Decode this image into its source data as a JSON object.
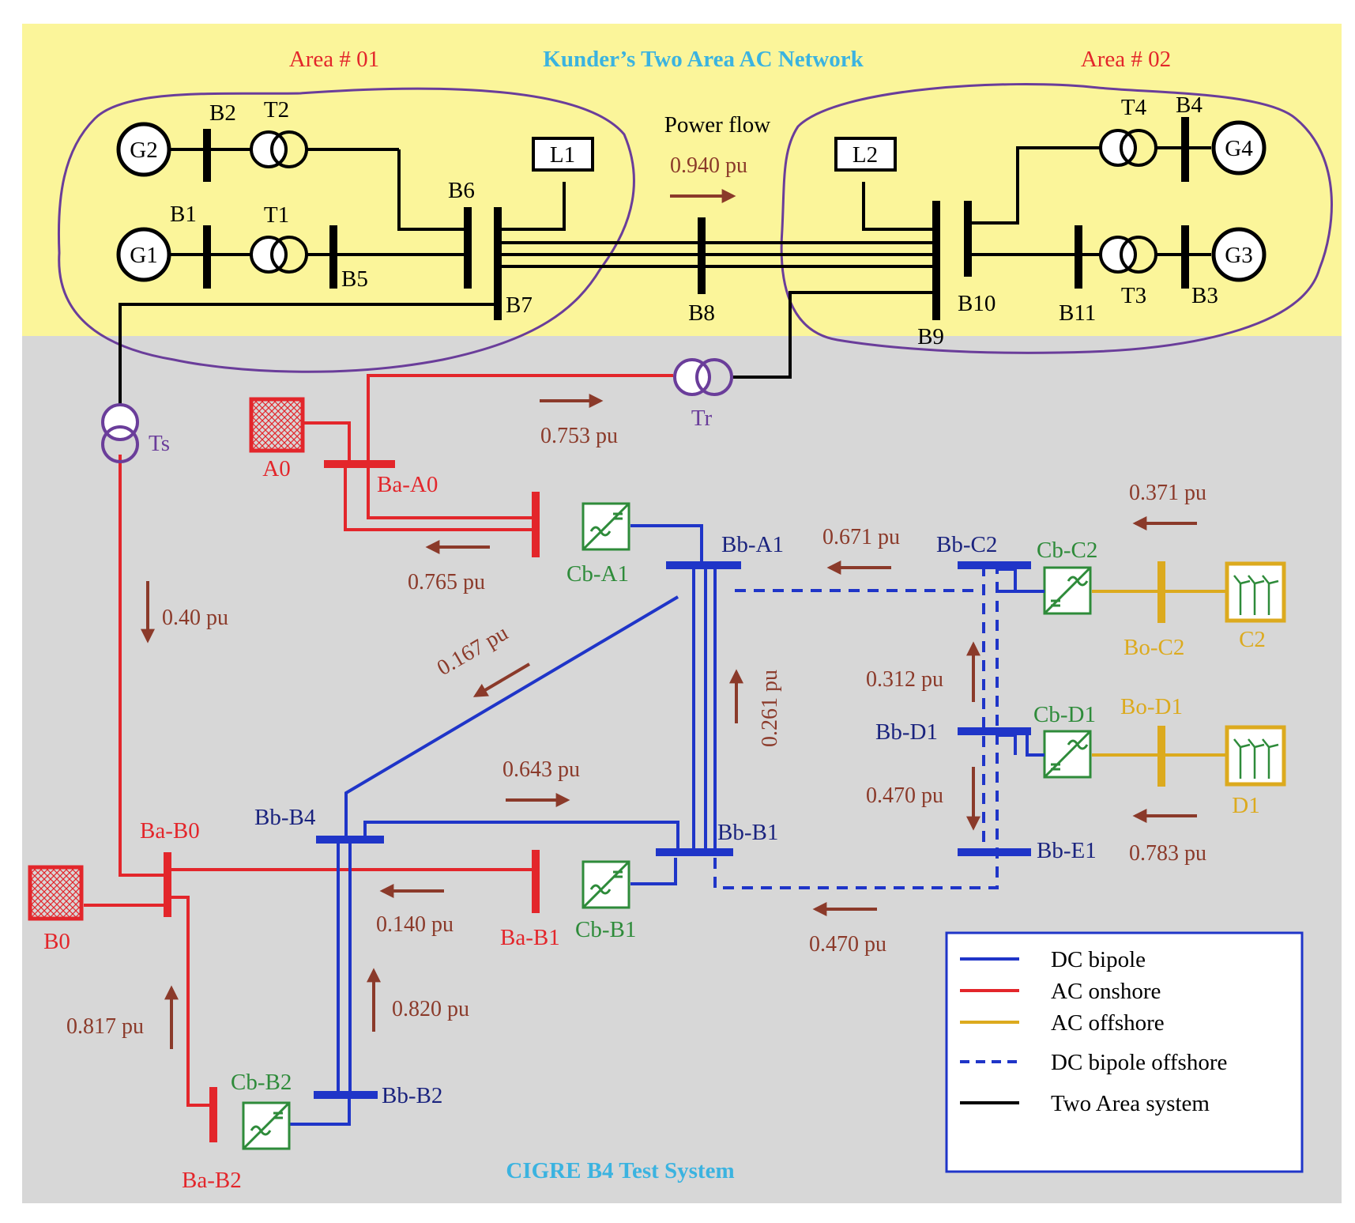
{
  "titles": {
    "ac_network": "Kunder’s Two Area AC Network",
    "test_system": "CIGRE B4 Test System",
    "area1": "Area # 01",
    "area2": "Area # 02",
    "power_flow": "Power flow"
  },
  "generators": {
    "g1": "G1",
    "g2": "G2",
    "g3": "G3",
    "g4": "G4"
  },
  "loads": {
    "l1": "L1",
    "l2": "L2"
  },
  "transformers": {
    "t1": "T1",
    "t2": "T2",
    "t3": "T3",
    "t4": "T4",
    "tr": "Tr",
    "ts": "Ts"
  },
  "ac_buses": {
    "b1": "B1",
    "b2": "B2",
    "b3": "B3",
    "b4": "B4",
    "b5": "B5",
    "b6": "B6",
    "b7": "B7",
    "b8": "B8",
    "b9": "B9",
    "b10": "B10",
    "b11": "B11"
  },
  "onshore": {
    "a0": "A0",
    "b0": "B0",
    "ba_a0": "Ba-A0",
    "ba_b0": "Ba-B0",
    "ba_b1": "Ba-B1",
    "ba_b2": "Ba-B2"
  },
  "converters": {
    "cb_a1": "Cb-A1",
    "cb_b1": "Cb-B1",
    "cb_b2": "Cb-B2",
    "cb_c2": "Cb-C2",
    "cb_d1": "Cb-D1"
  },
  "dc_buses": {
    "bb_a1": "Bb-A1",
    "bb_b1": "Bb-B1",
    "bb_b2": "Bb-B2",
    "bb_b4": "Bb-B4",
    "bb_c2": "Bb-C2",
    "bb_d1": "Bb-D1",
    "bb_e1": "Bb-E1"
  },
  "offshore": {
    "bo_c2": "Bo-C2",
    "bo_d1": "Bo-D1",
    "c2": "C2",
    "d1": "D1"
  },
  "flows": {
    "f_0940": "0.940 pu",
    "f_0753": "0.753 pu",
    "f_0765": "0.765 pu",
    "f_040": "0.40 pu",
    "f_0167": "0.167 pu",
    "f_0261": "0.261 pu",
    "f_0671": "0.671 pu",
    "f_0371": "0.371 pu",
    "f_0312": "0.312 pu",
    "f_0470a": "0.470 pu",
    "f_0783": "0.783 pu",
    "f_0643": "0.643 pu",
    "f_0140": "0.140 pu",
    "f_0470b": "0.470 pu",
    "f_0820": "0.820 pu",
    "f_0817": "0.817 pu"
  },
  "legend": [
    {
      "label": "DC bipole"
    },
    {
      "label": "AC onshore"
    },
    {
      "label": "AC offshore"
    },
    {
      "label": "DC bipole offshore"
    },
    {
      "label": "Two Area system"
    }
  ],
  "colors": {
    "dc": "#1f35c8",
    "ac_onshore": "#e3262b",
    "ac_offshore": "#dcaa1e",
    "two_area": "#000000",
    "arrow": "#8b3a2a",
    "area_outline": "#6a3d9a",
    "top_bg": "#fbf59a",
    "bottom_bg": "#d7d7d7",
    "title": "#3bb3e0",
    "area_title": "#e3262b",
    "converter": "#2e8b3a",
    "dc_label": "#1a237e"
  }
}
